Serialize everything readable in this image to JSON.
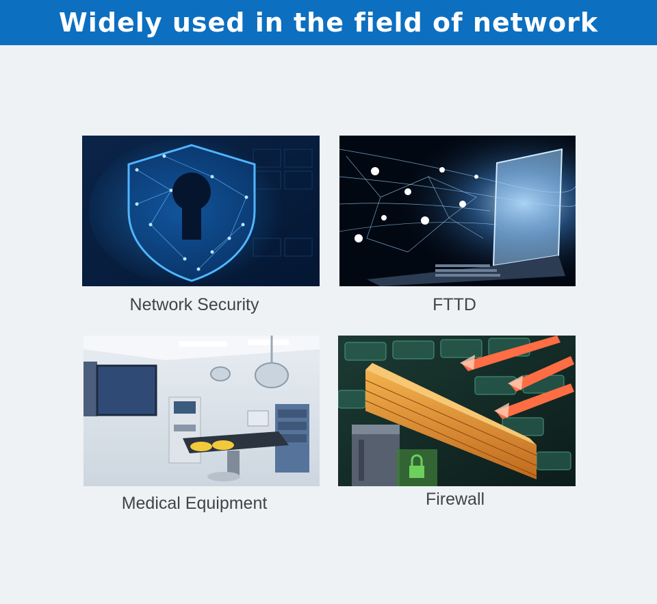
{
  "banner": {
    "title": "Widely used in the field of network"
  },
  "tiles": [
    {
      "label": "Network Security",
      "icon": "shield-keyhole-icon"
    },
    {
      "label": "FTTD",
      "icon": "laptop-network-icon"
    },
    {
      "label": "Medical Equipment",
      "icon": "operating-room-icon"
    },
    {
      "label": "Firewall",
      "icon": "brick-firewall-icon"
    }
  ],
  "colors": {
    "banner": "#0d6fc0",
    "background": "#eef2f5",
    "caption": "#404446"
  }
}
